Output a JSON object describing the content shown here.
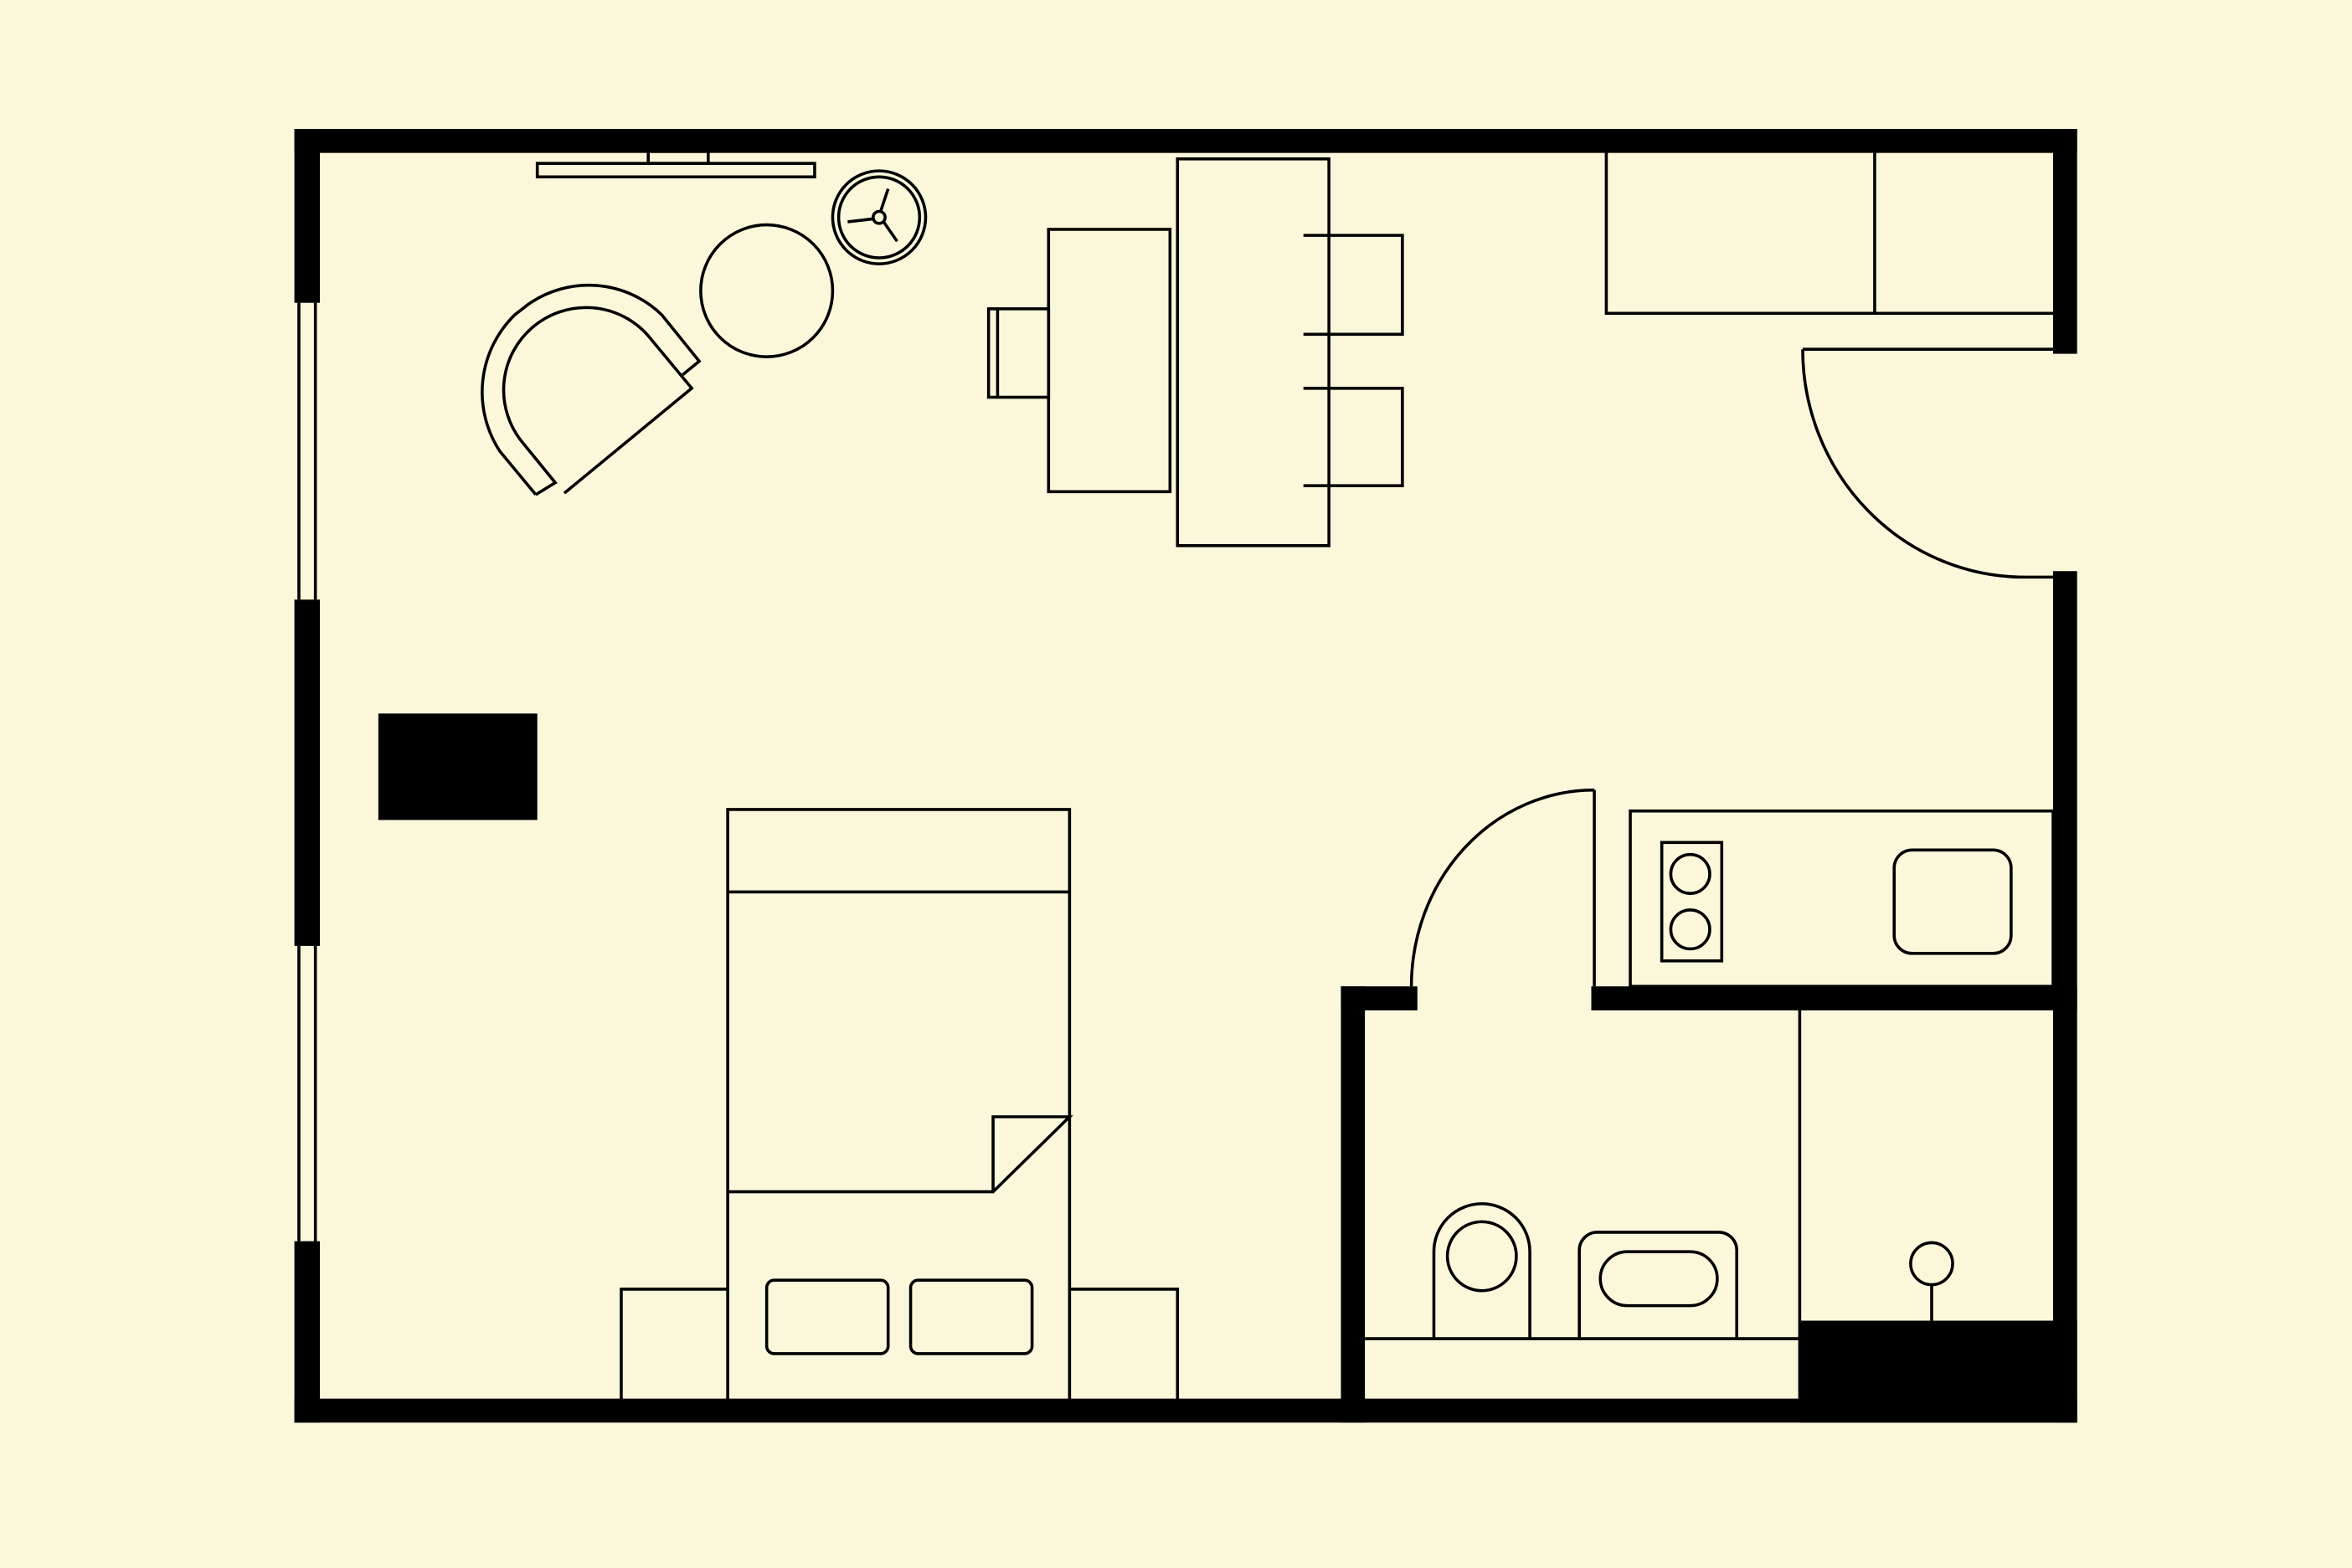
{
  "plan": {
    "type": "floor-plan",
    "rooms": [
      "living-bedroom",
      "kitchenette",
      "bathroom",
      "entry"
    ],
    "colors": {
      "background": "#fbf7da",
      "walls": "#000000",
      "lines": "#000000"
    }
  }
}
